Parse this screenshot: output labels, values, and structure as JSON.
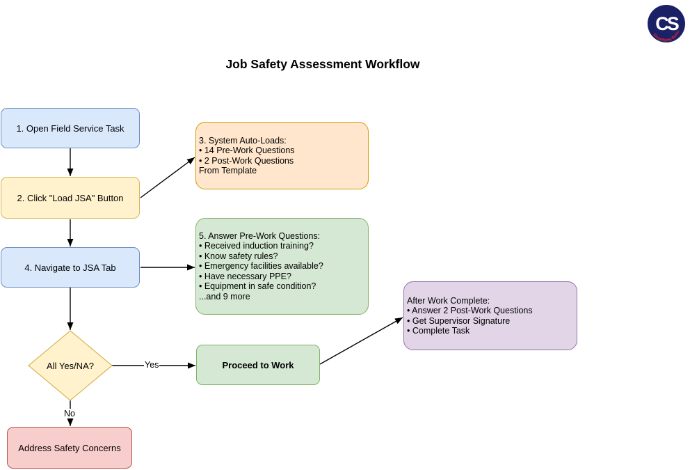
{
  "title": "Job Safety Assessment Workflow",
  "logo": {
    "monogram": "CS",
    "tagline": "Simplifying Business",
    "circle_color": "#1b2166",
    "monogram_color": "#ffffff",
    "tagline_color": "#e8262d"
  },
  "colors": {
    "blue_fill": "#dae8fc",
    "blue_stroke": "#6c8ebf",
    "yellow_fill": "#fff2cc",
    "yellow_stroke": "#d6b656",
    "orange_fill": "#ffe6cc",
    "orange_stroke": "#d79b00",
    "green_fill": "#d5e8d4",
    "green_stroke": "#82b366",
    "purple_fill": "#e1d5e7",
    "purple_stroke": "#9673a6",
    "red_fill": "#f8cecc",
    "red_stroke": "#b85450",
    "arrow": "#000000"
  },
  "nodes": {
    "step1": {
      "label": "1. Open Field Service Task"
    },
    "step2": {
      "label": "2. Click \"Load JSA\" Button"
    },
    "step3": {
      "text": "3. System Auto-Loads:\n• 14 Pre-Work Questions\n• 2 Post-Work Questions\nFrom Template"
    },
    "step4": {
      "label": "4. Navigate to JSA Tab"
    },
    "step5": {
      "text": "5. Answer Pre-Work Questions:\n• Received induction training?\n• Know safety rules?\n• Emergency facilities available?\n• Have necessary PPE?\n• Equipment in safe condition?\n...and 9 more"
    },
    "decision": {
      "label": "All Yes/NA?"
    },
    "proceed": {
      "label": "Proceed to Work"
    },
    "after": {
      "text": "After Work Complete:\n• Answer 2 Post-Work Questions\n• Get Supervisor Signature\n• Complete Task"
    },
    "address": {
      "label": "Address Safety Concerns"
    }
  },
  "edges": {
    "yes_label": "Yes",
    "no_label": "No"
  }
}
